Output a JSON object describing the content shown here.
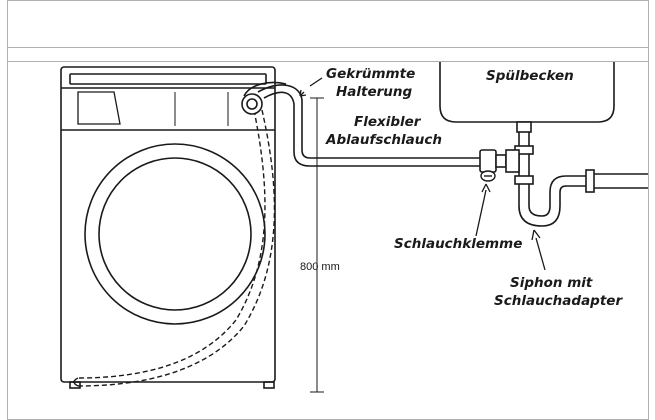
{
  "labels": {
    "bent_holder": [
      "Gekrümmte",
      "Halterung"
    ],
    "flexible_hose": [
      "Flexibler",
      "Ablaufschlauch"
    ],
    "sink": "Spülbecken",
    "hose_clamp": "Schlauchklemme",
    "siphon": [
      "Siphon mit",
      "Schlauchadapter"
    ],
    "height": "800 mm"
  },
  "colors": {
    "line": "#1a1a1a",
    "frame": "#b0b0b0",
    "background": "#ffffff"
  }
}
